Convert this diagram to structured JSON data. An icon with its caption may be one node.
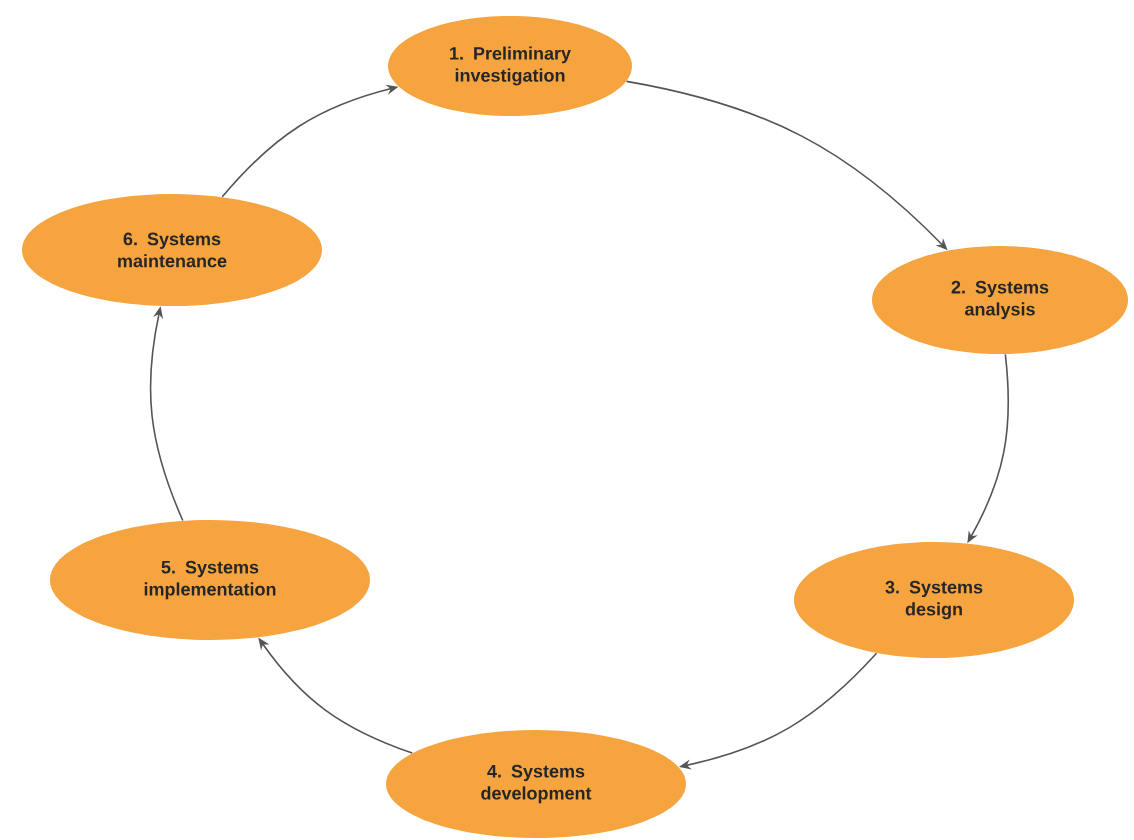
{
  "diagram": {
    "nodes": [
      {
        "text": [
          "1. Preliminary investigation"
        ]
      },
      {
        "text": [
          "2. Systems analysis"
        ]
      },
      {
        "text": [
          "3. Systems design"
        ]
      },
      {
        "text": [
          "4. Systems development"
        ]
      },
      {
        "text": [
          "5. Systems implementation"
        ]
      },
      {
        "text": [
          "6. Systems maintenance"
        ]
      }
    ],
    "edges": [
      {
        "from": 0,
        "to": 1,
        "arrow": "to"
      },
      {
        "from": 1,
        "to": 2,
        "arrow": "to"
      },
      {
        "from": 2,
        "to": 3,
        "arrow": "to"
      },
      {
        "from": 3,
        "to": 4,
        "arrow": "to"
      },
      {
        "from": 4,
        "to": 5,
        "arrow": "to"
      },
      {
        "from": 5,
        "to": 0,
        "arrow": "to"
      }
    ]
  }
}
